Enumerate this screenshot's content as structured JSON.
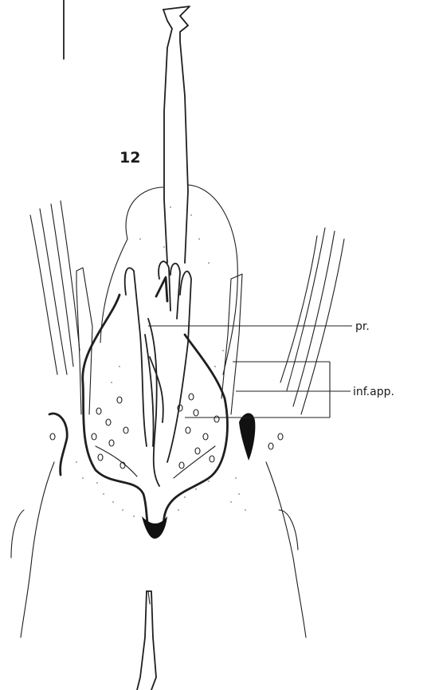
{
  "figure": {
    "number": "12",
    "labels": {
      "pr": "pr.",
      "inf_app": "inf.app."
    }
  }
}
